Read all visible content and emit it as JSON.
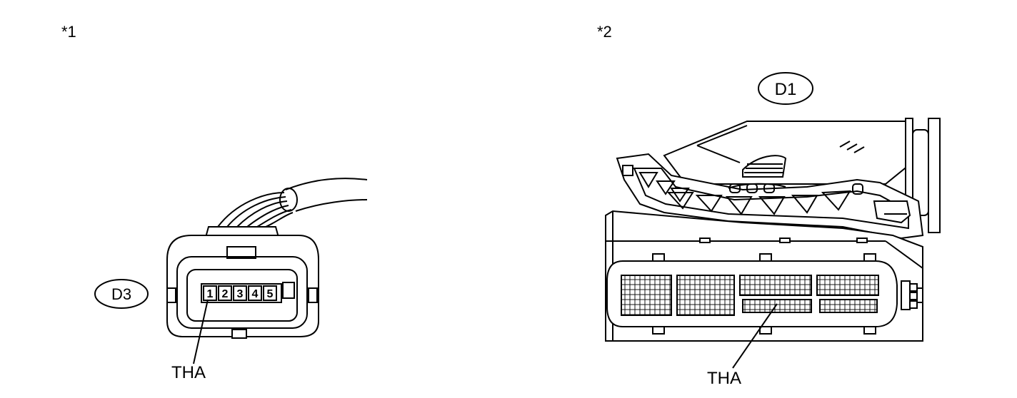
{
  "figure_1": {
    "marker": "*1",
    "connector_code": "D3",
    "pins": [
      "1",
      "2",
      "3",
      "4",
      "5"
    ],
    "terminal_label": "THA"
  },
  "figure_2": {
    "marker": "*2",
    "connector_code": "D1",
    "terminal_label": "THA"
  }
}
